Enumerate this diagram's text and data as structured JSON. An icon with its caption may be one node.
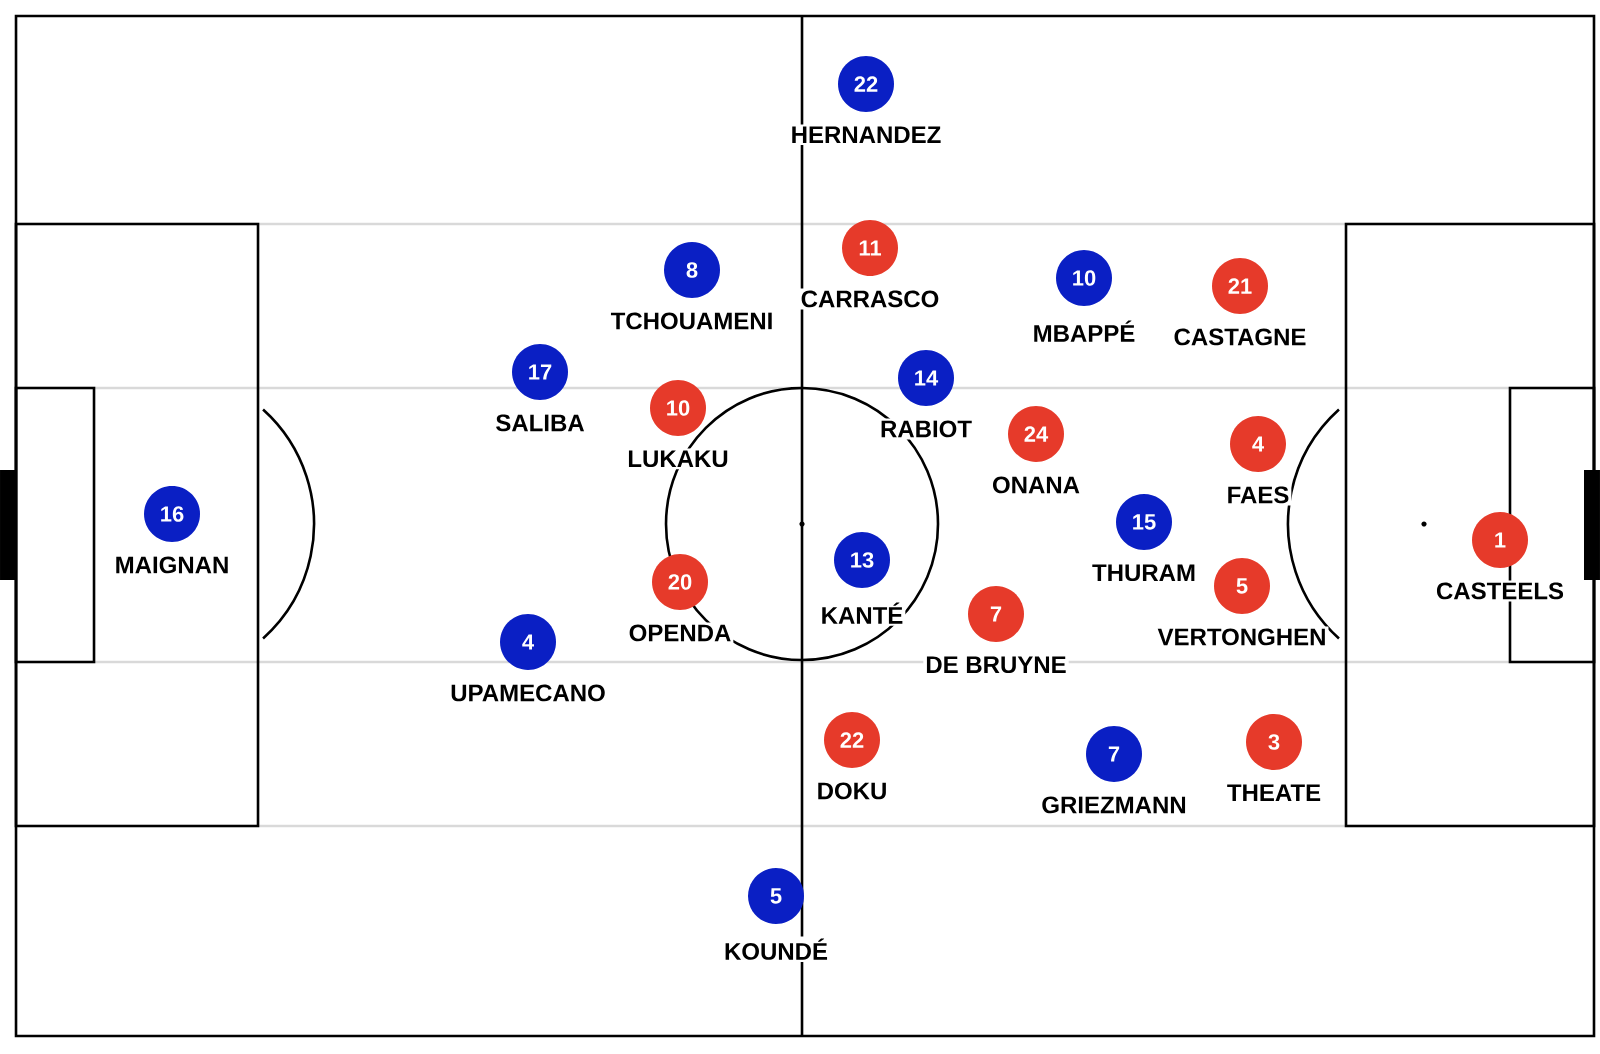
{
  "diagram": {
    "nodes": [
      {
        "text": [
          "22"
        ],
        "beside": [
          "HERNANDEZ"
        ]
      },
      {
        "text": [
          "11"
        ],
        "beside": [
          "CARRASCO"
        ]
      },
      {
        "text": [
          "8"
        ],
        "beside": [
          "TCHOUAMENI"
        ]
      },
      {
        "text": [
          "10"
        ],
        "beside": [
          "MBAPPÉ"
        ]
      },
      {
        "text": [
          "21"
        ],
        "beside": [
          "CASTAGNE"
        ]
      },
      {
        "text": [
          "17"
        ],
        "beside": [
          "SALIBA"
        ]
      },
      {
        "text": [
          "14"
        ],
        "beside": [
          "RABIOT"
        ]
      },
      {
        "text": [
          "10"
        ],
        "beside": [
          "LUKAKU"
        ]
      },
      {
        "text": [
          "24"
        ],
        "beside": [
          "ONANA"
        ]
      },
      {
        "text": [
          "4"
        ],
        "beside": [
          "FAES"
        ]
      },
      {
        "text": [
          "16"
        ],
        "beside": [
          "MAIGNAN"
        ]
      },
      {
        "text": [
          "15"
        ],
        "beside": [
          "THURAM"
        ]
      },
      {
        "text": [
          "1"
        ],
        "beside": [
          "CASTEELS"
        ]
      },
      {
        "text": [
          "13"
        ],
        "beside": [
          "KANTÉ"
        ]
      },
      {
        "text": [
          "20"
        ],
        "beside": [
          "OPENDA"
        ]
      },
      {
        "text": [
          "5"
        ],
        "beside": [
          "VERTONGHEN"
        ]
      },
      {
        "text": [
          "7"
        ],
        "beside": [
          "DE BRUYNE"
        ]
      },
      {
        "text": [
          "4"
        ],
        "beside": [
          "UPAMECANO"
        ]
      },
      {
        "text": [
          "22"
        ],
        "beside": [
          "DOKU"
        ]
      },
      {
        "text": [
          "3"
        ],
        "beside": [
          "THEATE"
        ]
      },
      {
        "text": [
          "7"
        ],
        "beside": [
          "GRIEZMANN"
        ]
      },
      {
        "text": [
          "5"
        ],
        "beside": [
          "KOUNDÉ"
        ]
      }
    ]
  }
}
